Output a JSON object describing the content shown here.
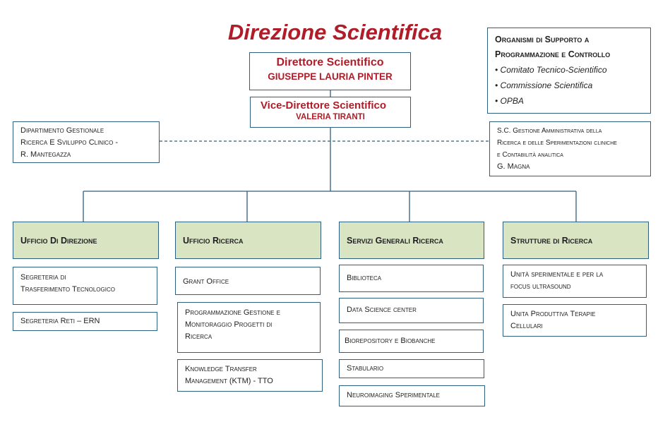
{
  "title": "Direzione Scientifica",
  "director": {
    "role": "Direttore Scientifico",
    "name": "GIUSEPPE LAURIA PINTER"
  },
  "vice_director": {
    "role": "Vice-Direttore Scientifico",
    "name": "VALERIA TIRANTI"
  },
  "support_bodies": {
    "heading_line1": "Organismi di Supporto a",
    "heading_line2": "Programmazione e Controllo",
    "items": [
      "Comitato Tecnico-Scientifico",
      "Commissione Scientifica",
      "OPBA"
    ]
  },
  "left_dept": {
    "line1": "Dipartimento Gestionale",
    "line2": "Ricerca E Sviluppo Clinico -",
    "line3": "R. Mantegazza"
  },
  "right_dept": {
    "line1": "S.C. Gestione Amministrativa della",
    "line2": "Ricerca e delle Sperimentazioni cliniche",
    "line3": "e Contabilità analitica",
    "line4": "G. Magna"
  },
  "columns": [
    {
      "header": "Ufficio Di Direzione",
      "items": [
        [
          "Segreteria di",
          "Trasferimento Tecnologico"
        ],
        [
          "Segreteria Reti – ERN"
        ]
      ]
    },
    {
      "header": "Ufficio Ricerca",
      "items": [
        [
          "Grant Office"
        ],
        [
          "Programmazione Gestione e",
          "Monitoraggio Progetti di",
          "Ricerca"
        ],
        [
          "Knowledge Transfer",
          "Management (KTM) - TTO"
        ]
      ]
    },
    {
      "header": "Servizi Generali Ricerca",
      "items": [
        [
          "Biblioteca"
        ],
        [
          "Data Science center"
        ],
        [
          "Biorepository e Biobanche"
        ],
        [
          "Stabulario"
        ],
        [
          "Neuroimaging Sperimentale"
        ]
      ]
    },
    {
      "header": "Strutture di Ricerca",
      "items": [
        [
          "Unità sperimentale e per la",
          "focus ultrasound"
        ],
        [
          "Unita Produttiva Terapie",
          "Cellulari"
        ]
      ]
    }
  ]
}
